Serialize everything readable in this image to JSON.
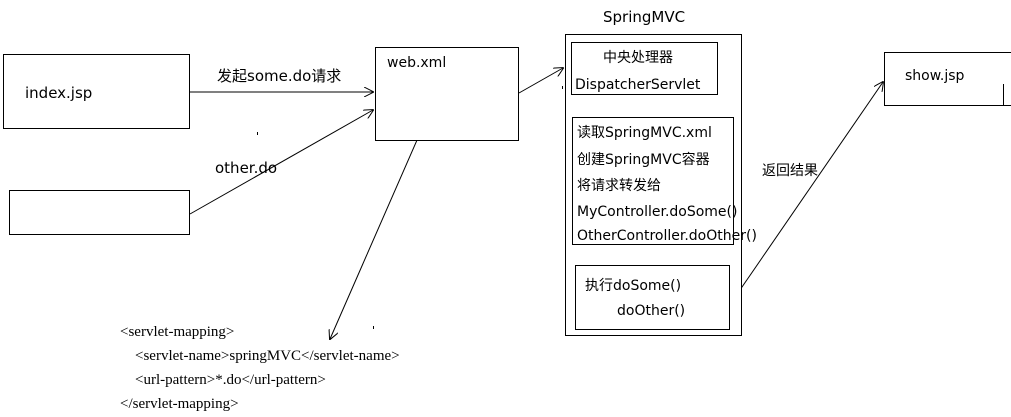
{
  "diagram": {
    "title": "SpringMVC",
    "index_box": "index.jsp",
    "webxml_box": "web.xml",
    "show_box": "show.jsp",
    "dispatcher": {
      "line1": "中央处理器",
      "line2": "DispatcherServlet"
    },
    "steps": [
      "读取SpringMVC.xml",
      "创建SpringMVC容器",
      "将请求转发给",
      "MyController.doSome()",
      " OtherController.doOther()"
    ],
    "exec": {
      "line1": "执行doSome()",
      "line2": "doOther()"
    },
    "edge_labels": {
      "request": "发起some.do请求",
      "other": "other.do",
      "return": "返回结果"
    },
    "code": [
      "<servlet-mapping>",
      "    <servlet-name>springMVC</servlet-name>",
      "    <url-pattern>*.do</url-pattern>",
      "</servlet-mapping>"
    ]
  }
}
